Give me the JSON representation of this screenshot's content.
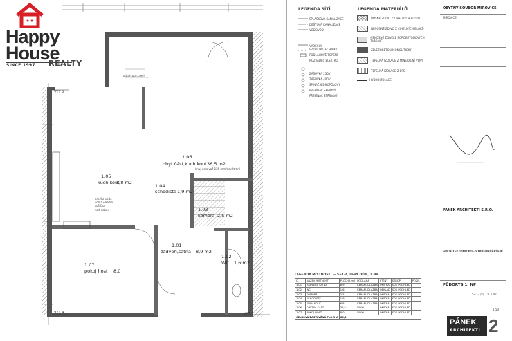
{
  "logo": {
    "line1": "Happy",
    "line2": "House",
    "since": "SINCE 1997",
    "realty": "REALTY",
    "accent": "#d61f26"
  },
  "plan": {
    "rooms": [
      {
        "id": "1.06",
        "name": "obyt.část,kuch.kout",
        "area": "36,5 m2"
      },
      {
        "id": "1.05",
        "name": "kuch.kout",
        "area": "6,8 m2"
      },
      {
        "id": "1.04",
        "name": "schodiště",
        "area": "1,9 m2"
      },
      {
        "id": "1.03",
        "name": "komora",
        "area": "2,5 m2"
      },
      {
        "id": "1.01",
        "name": "zádveří,šatna",
        "area": "8,9 m2"
      },
      {
        "id": "1.07",
        "name": "pokoj host",
        "area": "8,0"
      },
      {
        "id": "1.02",
        "name": "WC",
        "area": "1,6 m2"
      }
    ],
    "axis_labels": [
      "VYT 5",
      "VYT 4",
      "VYT 3"
    ],
    "notes": [
      "odtah.poz.plech"
    ],
    "hood_note": "lina; odsavač 125 mm/odvětrání",
    "kitchen_note": "pračka vodo-\nvolná elektro\nsušička\nnad sebou"
  },
  "legend_site": {
    "title": "LEGENDA SÍTÍ",
    "items": [
      "SPLAŠKOVÁ KANALIZACE",
      "DEŠŤOVÁ KANALIZACE",
      "VODOVOD",
      "VÝDECHY VZDUCHOTECHNIKY",
      "PODLAHOVÉ TOPENÍ",
      "ROZVADĚČ ELEKTRO",
      "ZÁSUVKA 230V",
      "ZÁSUVKA 400V",
      "SPÍNAČ JEDNOPÓLOVÝ",
      "PŘEPÍNAČ SÉRIOVÝ",
      "PŘEPÍNAČ STŘÍDAVÝ"
    ]
  },
  "legend_materials": {
    "title": "LEGENDA MATERIÁLŮ",
    "items": [
      "NOSNÉ ZDIVO Z CIHELNÝCH BLOKŮ",
      "NENOSNÉ ZDIVO Z CIHELNÝCH BLOKŮ",
      "NENOSNÉ ZDIVO Z POROBETONOVÝCH TVÁRNIC",
      "ŽELEZOBETON MONOLITICKÝ",
      "TEPELNÁ IZOLACE Z MINERÁLNÍ VLNY",
      "TEPELNÁ IZOLACE Z EPS",
      "HYDROIZOLACE"
    ]
  },
  "room_table": {
    "title": "LEGENDA MÍSTNOSTÍ — 5+1-4, LEVÝ DŮM, 1.NP",
    "header": [
      "Č.",
      "NÁZEV MÍSTNOSTI",
      "PLOCHA m2",
      "PODLAHA",
      "STĚNY",
      "STROP",
      "POZN."
    ],
    "rows": [
      [
        "1.01",
        "ZÁDVEŘÍ, ŠATNA",
        "8,9",
        "KERAM. DLAŽBA",
        "OMÍTKA",
        "SDK PODHLED",
        ""
      ],
      [
        "1.02",
        "WC",
        "1,6",
        "KERAM. DLAŽBA",
        "OBKLAD",
        "SDK PODHLED",
        ""
      ],
      [
        "1.03",
        "KOMORA",
        "2,5",
        "KERAM. DLAŽBA",
        "OMÍTKA",
        "SDK PODHLED",
        ""
      ],
      [
        "1.04",
        "SCHODIŠTĚ",
        "1,9",
        "KERAM. DLAŽBA",
        "OMÍTKA",
        "SDK PODHLED",
        ""
      ],
      [
        "1.05",
        "KUCH.KOUT",
        "6,8",
        "KERAM. DLAŽBA",
        "OMÍTKA",
        "SDK PODHLED",
        ""
      ],
      [
        "1.06",
        "OBYTNÁ ČÁST",
        "36,5",
        "VINYL",
        "OMÍTKA",
        "SDK PODHLED",
        ""
      ],
      [
        "1.07",
        "POKOJ HOST",
        "8,0",
        "VINYL",
        "OMÍTKA",
        "SDK PODHLED",
        ""
      ]
    ],
    "total_label": "CELKOVÁ ZASTAVĚNÁ PLOCHA",
    "total_value": "66,2"
  },
  "title_block": {
    "project": "OBYTNÝ SOUBOR MIROVICE",
    "place": "MIROVICE",
    "architect": "PÁNEK ARCHITEKTI S.R.O.",
    "phase": "ARCHITEKTONICKO - STAVEBNÍ ŘEŠENÍ",
    "drawing": "PŮDORYS 1. NP",
    "number": "5+1-L/D, 1:1 b 02",
    "scale": "1:50",
    "format": "2",
    "brand_line1": "PÁNEK",
    "brand_line2": "ARCHITEKTI"
  }
}
